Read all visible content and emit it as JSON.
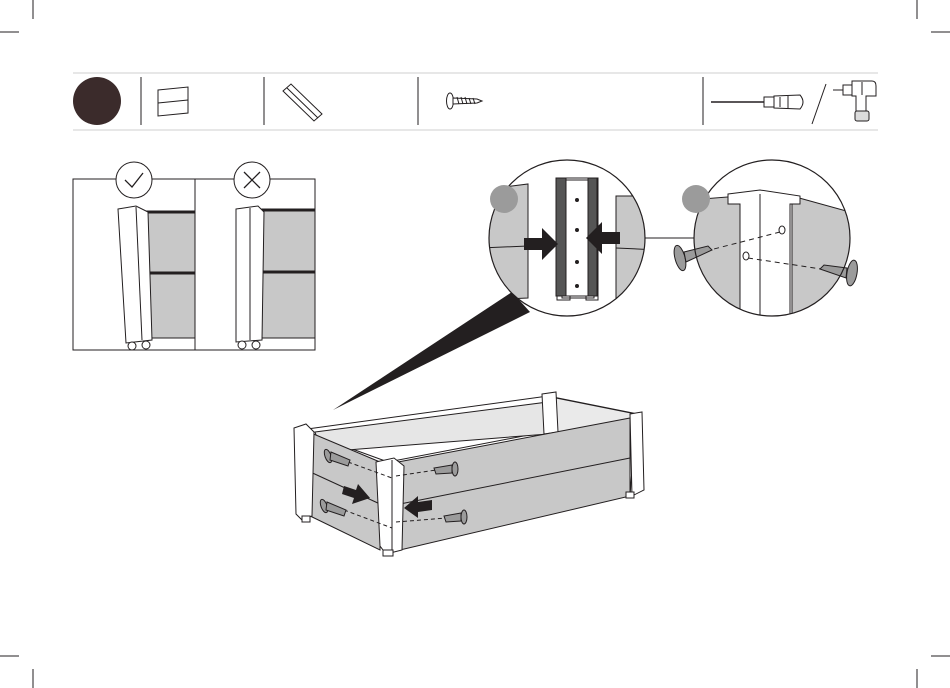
{
  "step": {
    "number": ""
  },
  "parts_bar": {
    "items": [
      {
        "name": "panel",
        "icon": "panel-icon",
        "quantity": ""
      },
      {
        "name": "corner-post",
        "icon": "corner-post-icon",
        "quantity": ""
      },
      {
        "name": "screw",
        "icon": "screw-icon",
        "quantity": ""
      }
    ],
    "tools": [
      {
        "name": "screwdriver",
        "icon": "screwdriver-icon"
      },
      {
        "name": "drill",
        "icon": "drill-icon"
      }
    ]
  },
  "comparison": {
    "correct": {
      "icon": "check-icon"
    },
    "incorrect": {
      "icon": "cross-icon"
    }
  },
  "details": [
    {
      "badge": "",
      "description_icon": "arrows-icon"
    },
    {
      "badge": "",
      "description_icon": "screws-icon"
    }
  ],
  "colors": {
    "ink": "#231f20",
    "panel_fill": "#c8c8c8",
    "badge_gray": "#9b9b9b",
    "step_circle": "#3b2b2b"
  }
}
